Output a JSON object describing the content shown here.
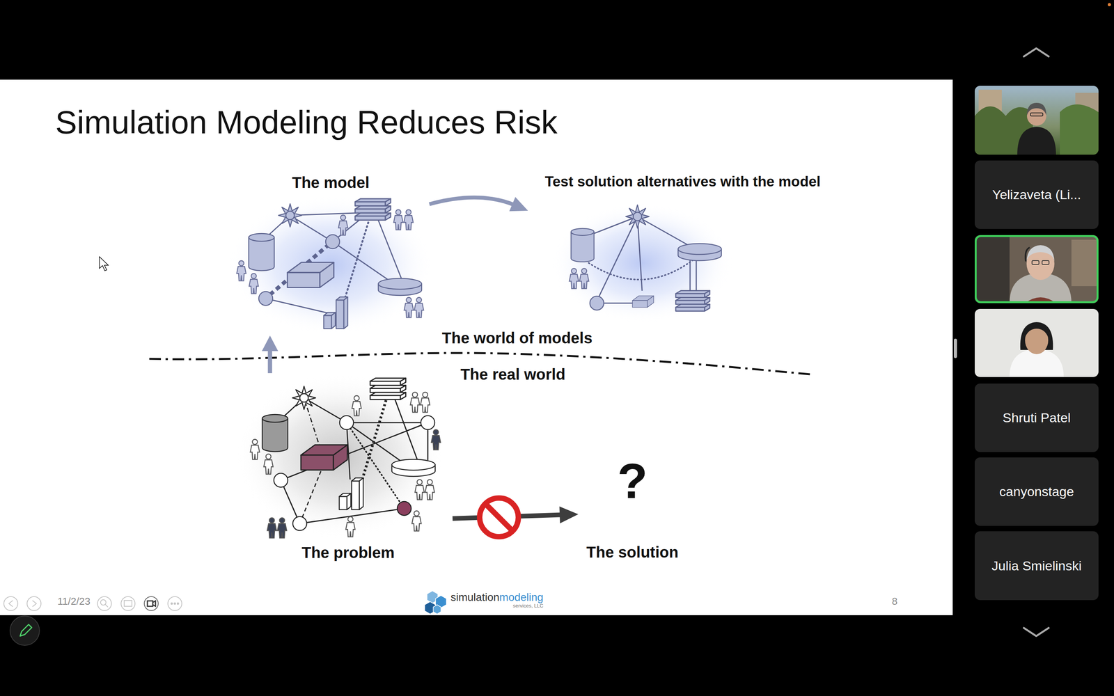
{
  "diagram": {
    "title": "Simulation Modeling Reduces Risk",
    "nodes": [
      {
        "text": [
          "The model"
        ]
      },
      {
        "text": [
          "Test solution alternatives with the model"
        ]
      },
      {
        "text": [
          "The problem"
        ]
      },
      {
        "text": [
          "?",
          "The solution"
        ]
      },
      {
        "text": [
          "Yelizaveta (Li..."
        ]
      },
      {
        "text": [
          "Shruti Patel"
        ]
      },
      {
        "text": [
          "canyonstage"
        ]
      },
      {
        "text": [
          "Julia Smielinski"
        ]
      }
    ],
    "edges": [
      {
        "from": 2,
        "to": 0,
        "arrow": "to"
      },
      {
        "from": 0,
        "to": 1,
        "arrow": "to"
      },
      {
        "from": 2,
        "to": 3,
        "arrow": "to"
      }
    ],
    "labels": [
      "The world of models",
      "The real world",
      "11/2/23",
      "simulation",
      "modeling",
      "services, LLC",
      "8"
    ]
  }
}
